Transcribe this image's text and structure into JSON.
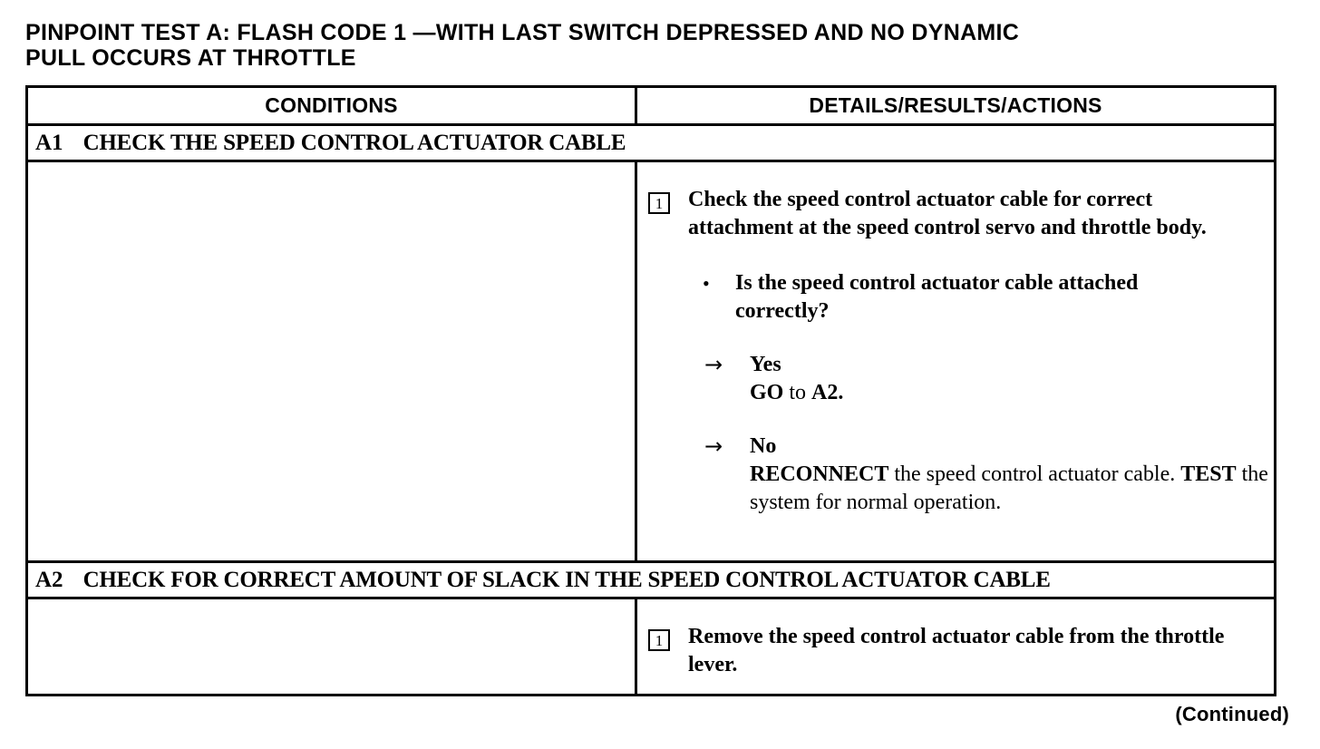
{
  "document": {
    "title_line1": "PINPOINT TEST A:  FLASH CODE 1 —WITH LAST SWITCH DEPRESSED AND NO DYNAMIC",
    "title_line2": "PULL OCCURS AT THROTTLE",
    "footer_note": "(Continued)"
  },
  "table": {
    "headers": {
      "conditions": "CONDITIONS",
      "details": "DETAILS/RESULTS/ACTIONS"
    },
    "sections": [
      {
        "code": "A1",
        "heading": "CHECK THE SPEED CONTROL ACTUATOR CABLE",
        "conditions": "",
        "steps": [
          {
            "number": "1",
            "text": "Check the speed control actuator cable for correct attachment at the speed control servo and throttle body."
          }
        ],
        "question": {
          "bullet": "•",
          "text": "Is the speed control actuator cable attached correctly?"
        },
        "branches": [
          {
            "arrow": "→",
            "label": "Yes",
            "detail_action": "GO",
            "detail_rest": " to ",
            "detail_target": "A2."
          },
          {
            "arrow": "→",
            "label": "No",
            "detail_action": "RECONNECT",
            "detail_rest": " the speed control actuator cable. ",
            "detail_action2": "TEST",
            "detail_rest2": " the system for normal operation."
          }
        ]
      },
      {
        "code": "A2",
        "heading": "CHECK FOR CORRECT AMOUNT OF SLACK IN THE SPEED CONTROL ACTUATOR CABLE",
        "conditions": "",
        "steps": [
          {
            "number": "1",
            "text": "Remove the speed control actuator cable from the throttle lever."
          }
        ]
      }
    ]
  },
  "colors": {
    "ink": "#000000",
    "paper": "#ffffff"
  }
}
